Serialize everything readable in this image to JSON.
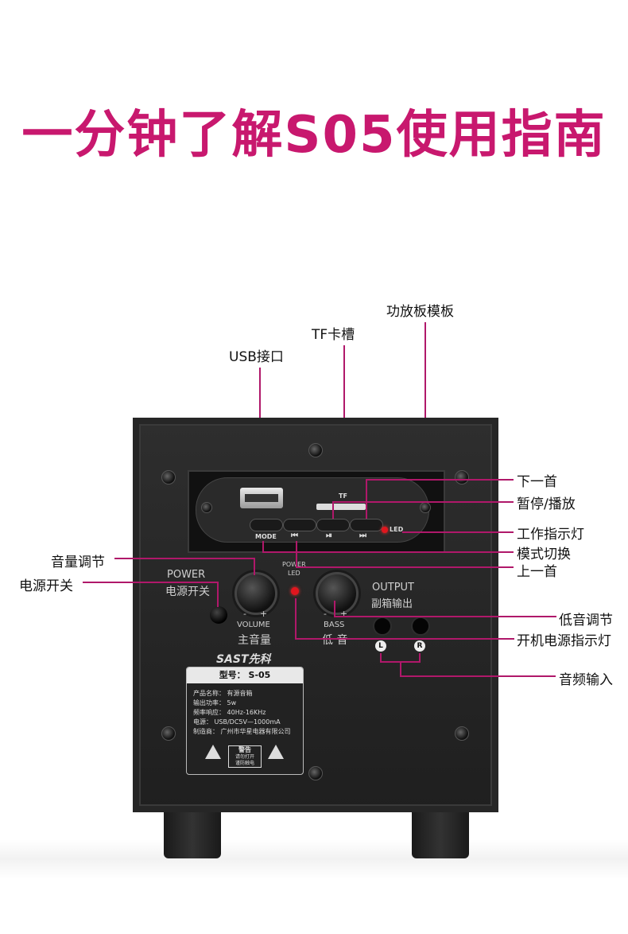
{
  "title": "一分钟了解S05使用指南",
  "callouts": {
    "usb": "USB接口",
    "tf": "TF卡槽",
    "amp_board": "功放板模板",
    "next": "下一首",
    "play_pause": "暂停/播放",
    "work_led": "工作指示灯",
    "mode": "模式切换",
    "prev": "上一首",
    "volume": "音量调节",
    "power_switch": "电源开关",
    "bass": "低音调节",
    "power_led": "开机电源指示灯",
    "audio_in": "音频输入"
  },
  "panel": {
    "tf_label": "TF",
    "mode_label": "MODE",
    "prev_icon": "⏮",
    "play_icon": "⏯",
    "next_icon": "⏭",
    "led_label": "LED",
    "power_en": "POWER",
    "power_cn": "电源开关",
    "power_led_en": "POWER",
    "power_led_en2": "LED",
    "volume_minus": "-",
    "volume_plus": "+",
    "volume_en": "VOLUME",
    "volume_cn": "主音量",
    "bass_minus": "-",
    "bass_plus": "+",
    "bass_en": "BASS",
    "bass_cn": "低 音",
    "output_en": "OUTPUT",
    "output_cn": "副箱输出",
    "jack_l": "L",
    "jack_r": "R",
    "brand": "SAST先科"
  },
  "plate": {
    "model": "型号： S-05",
    "lines": [
      "产品名称： 有源音箱",
      "输出功率： 5w",
      "频率响应： 40Hz-16KHz",
      "电源： USB/DC5V—1000mA",
      "制造商： 广州市华星电器有限公司"
    ],
    "warning_title": "警告",
    "warning_l1": "请勿打开",
    "warning_l2": "谨防触电"
  }
}
